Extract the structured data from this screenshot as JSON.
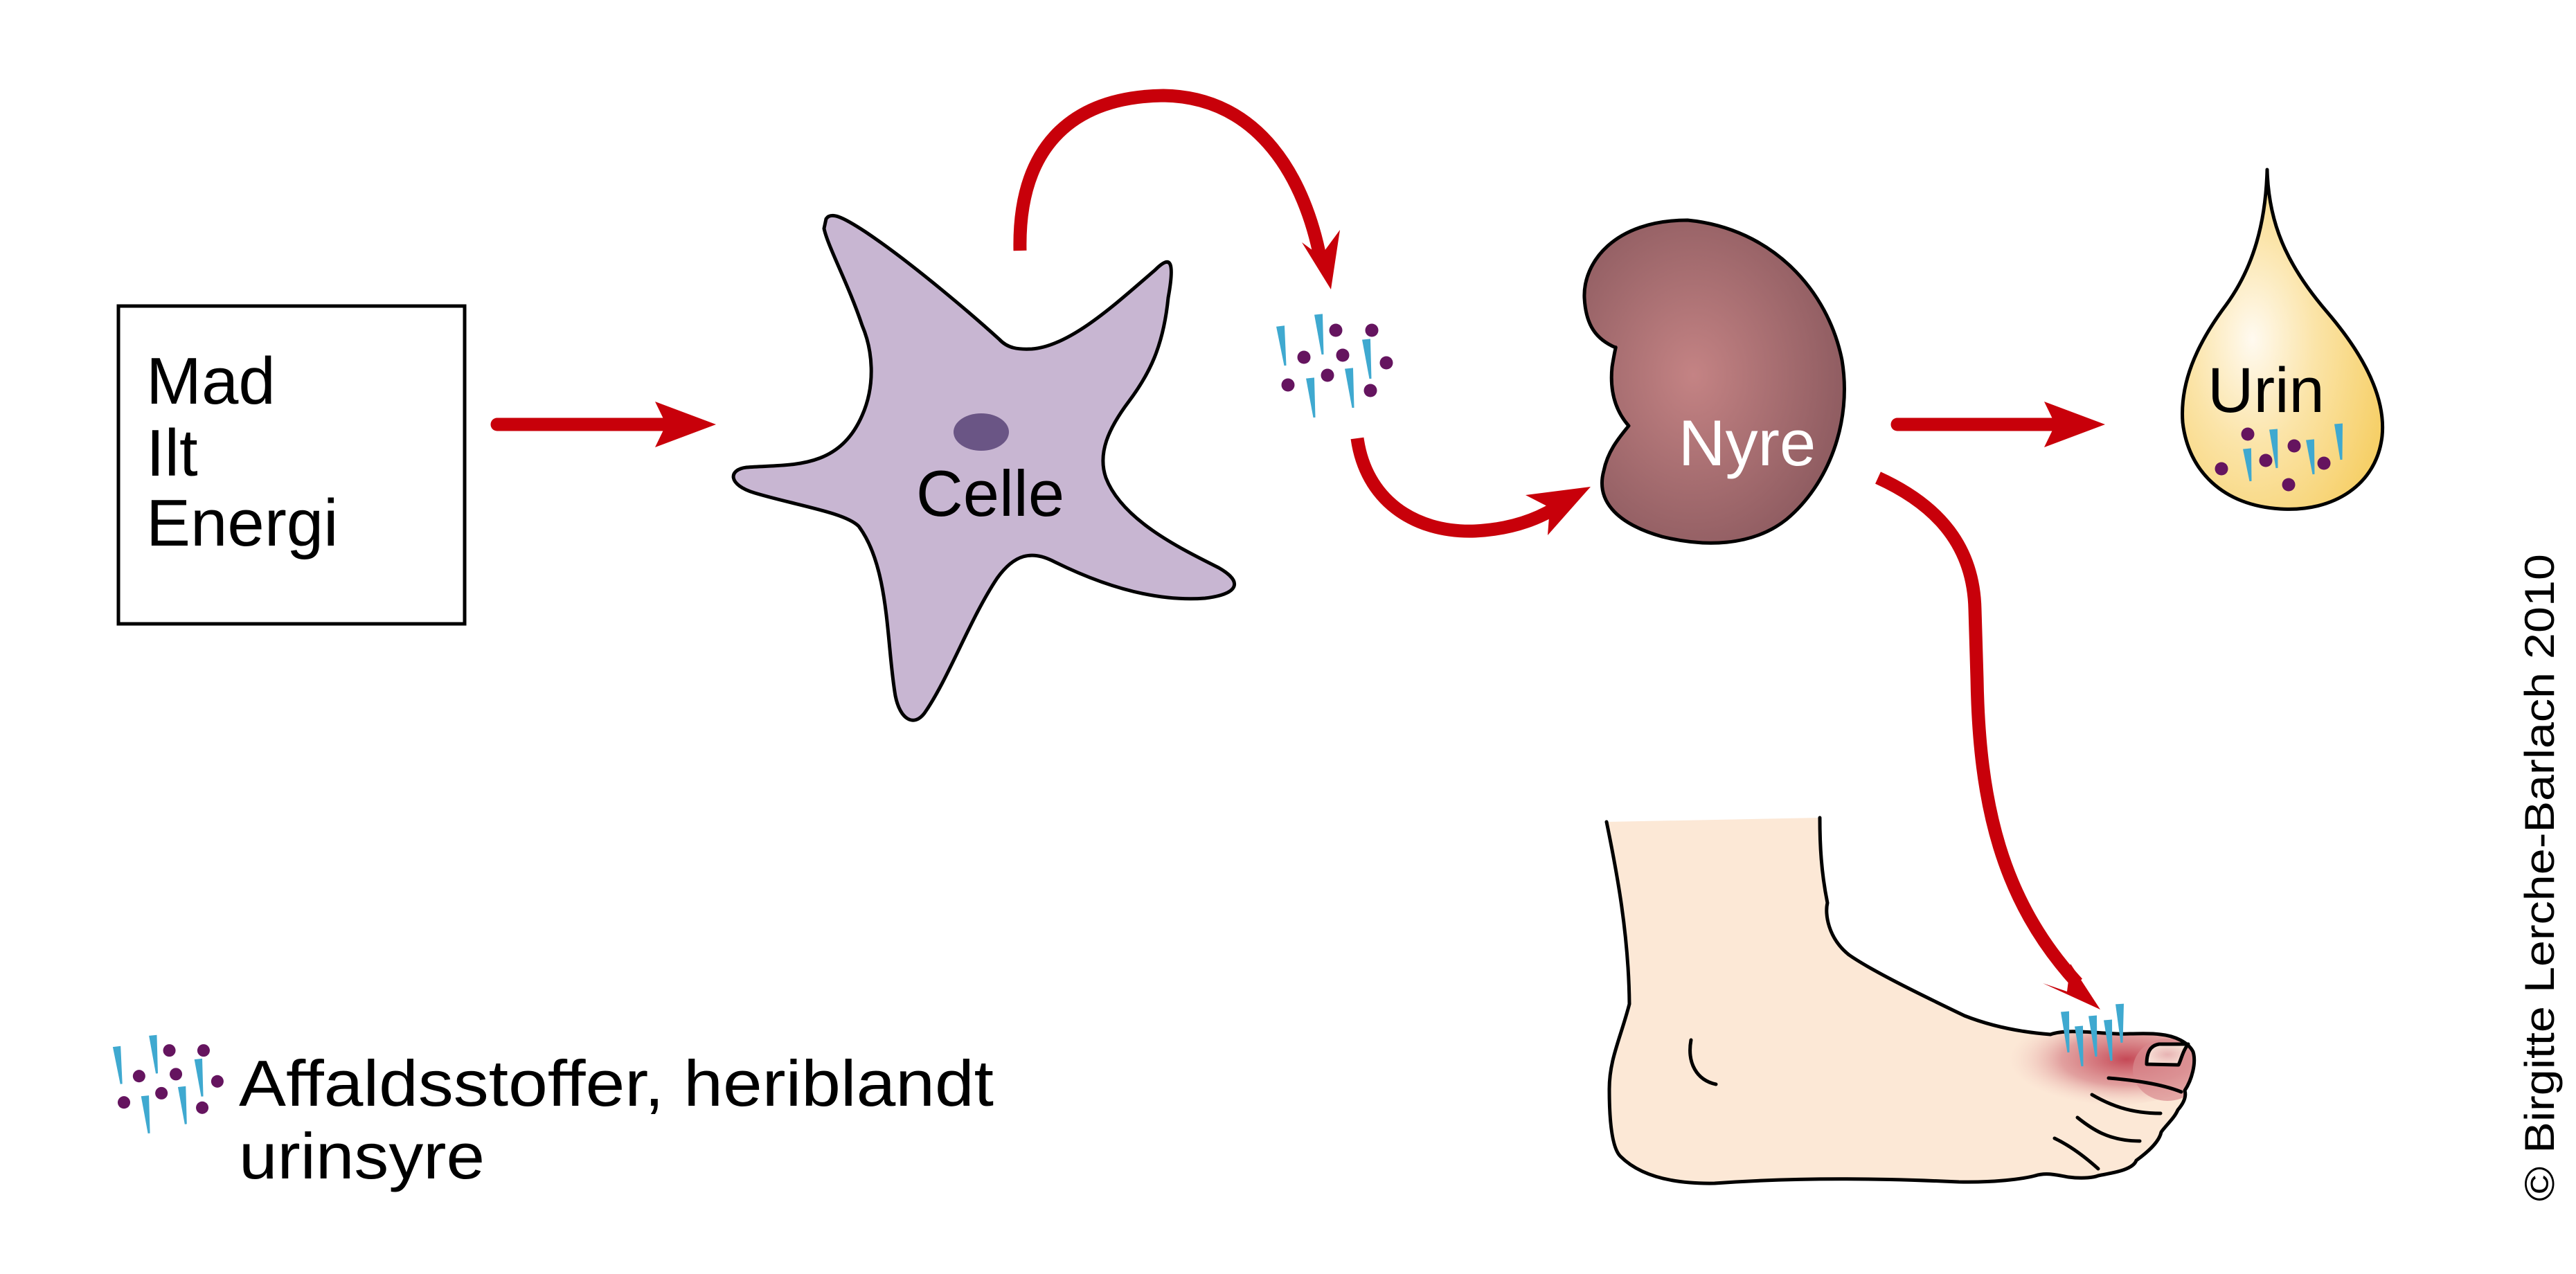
{
  "diagram": {
    "title": "Urinsyre kredsløb",
    "input_box": {
      "lines": [
        "Mad",
        "Ilt",
        "Energi"
      ]
    },
    "nodes": {
      "cell": {
        "label": "Celle"
      },
      "kidney": {
        "label": "Nyre"
      },
      "urine": {
        "label": "Urin"
      },
      "foot": {
        "label": ""
      }
    },
    "legend": {
      "icon": "waste-particles-icon",
      "line1": "Affaldsstoffer, heriblandt",
      "line2": "urinsyre"
    },
    "copyright": "© Birgitte Lerche-Barlach 2010",
    "flows": [
      {
        "from": "input_box",
        "to": "cell"
      },
      {
        "from": "cell",
        "to": "waste_particles"
      },
      {
        "from": "waste_particles",
        "to": "kidney"
      },
      {
        "from": "kidney",
        "to": "urine"
      },
      {
        "from": "kidney",
        "to": "foot_big_toe"
      }
    ],
    "colors": {
      "arrow": "#c8000a",
      "cell_fill": "#c8b6d2",
      "nucleus": "#6a5585",
      "kidney_light": "#c48384",
      "kidney_dark": "#8c5a5f",
      "urine_light": "#fff8e6",
      "urine_dark": "#f7d273",
      "skin": "#fce8d6",
      "inflammation": "#c2404f",
      "spike": "#3fa9d0",
      "dot": "#65145f"
    }
  }
}
